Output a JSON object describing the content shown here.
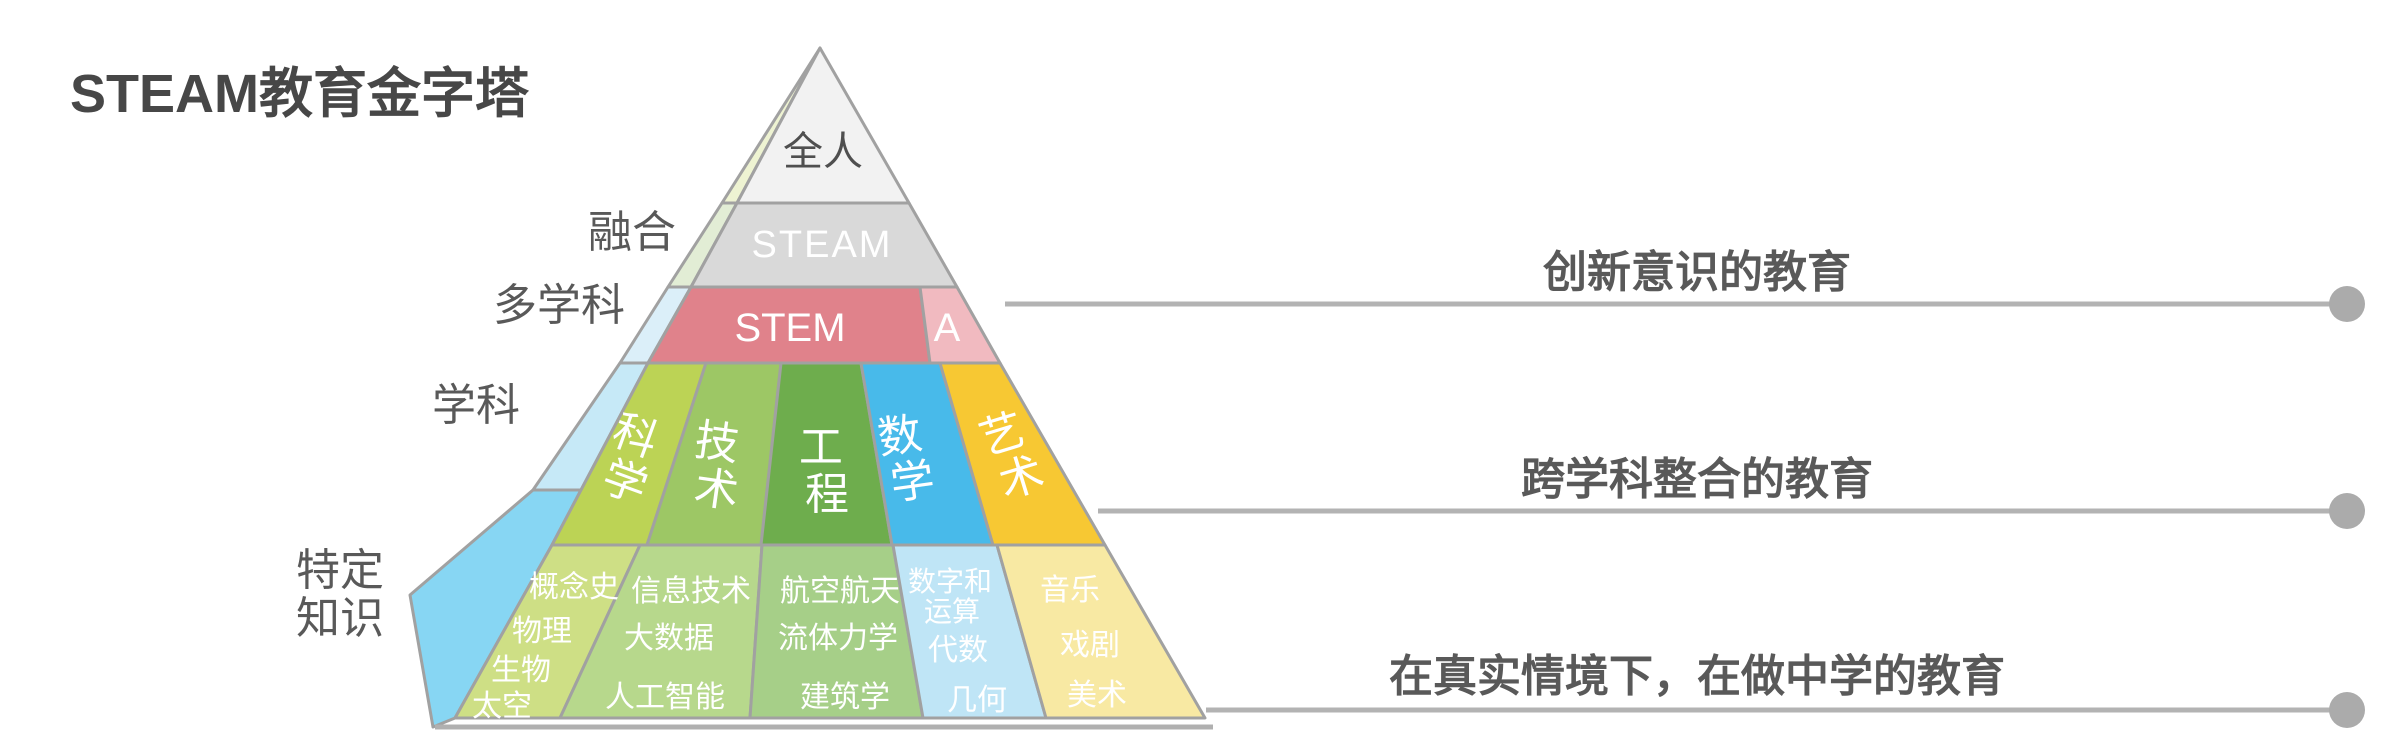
{
  "title": "STEAM教育金字塔",
  "pyramid": {
    "top_levels": [
      {
        "label": "全人"
      },
      {
        "label": "STEAM"
      },
      {
        "label": "STEM"
      },
      {
        "label": "A"
      }
    ],
    "side_labels": [
      {
        "text": "融合"
      },
      {
        "text": "多学科"
      },
      {
        "text": "学科"
      },
      {
        "text": "特定"
      },
      {
        "text": "知识"
      }
    ],
    "disciplines": [
      {
        "name": "科学",
        "chars": [
          "科",
          "学"
        ]
      },
      {
        "name": "技术",
        "chars": [
          "技",
          "术"
        ]
      },
      {
        "name": "工程",
        "chars": [
          "工",
          "程"
        ]
      },
      {
        "name": "数学",
        "chars": [
          "数",
          "学"
        ]
      },
      {
        "name": "艺术",
        "chars": [
          "艺",
          "术"
        ]
      }
    ],
    "knowledge_columns": [
      {
        "items": [
          "概念史",
          "物理",
          "生物",
          "太空"
        ]
      },
      {
        "items": [
          "信息技术",
          "大数据",
          "人工智能"
        ]
      },
      {
        "items": [
          "航空航天",
          "流体力学",
          "建筑学"
        ]
      },
      {
        "items": [
          "数字和",
          "运算",
          "代数",
          "几何"
        ]
      },
      {
        "items": [
          "音乐",
          "戏剧",
          "美术"
        ]
      }
    ]
  },
  "annotations": [
    {
      "text": "创新意识的教育"
    },
    {
      "text": "跨学科整合的教育"
    },
    {
      "text": "在真实情境下，在做中学的教育"
    }
  ],
  "colors": {
    "title_text": "#474747",
    "label_text": "#595959",
    "border": "#a1a1a1",
    "annotation_line": "#b3b3b3",
    "annotation_dot": "#ababab",
    "level_whole_person": "#f2f2f2",
    "level_steam": "#d9d9d9",
    "level_stem": "#e0828b",
    "level_a": "#f1bac0",
    "science": "#bcd355",
    "technology": "#9dc765",
    "engineering": "#6ead4d",
    "math": "#48baea",
    "art": "#f7c833",
    "knowledge_science": "#cedf85",
    "knowledge_technology": "#b7d88c",
    "knowledge_engineering": "#a6cf88",
    "knowledge_math": "#bfe5f6",
    "knowledge_art": "#f8e9a3",
    "side_sliver_top": "#eef3d2",
    "side_sliver_steam": "#e2edd5",
    "side_sliver_stem": "#dbeff9",
    "side_sliver_discipline": "#c6e9f7",
    "side_face_bottom": "#87d6f3"
  }
}
